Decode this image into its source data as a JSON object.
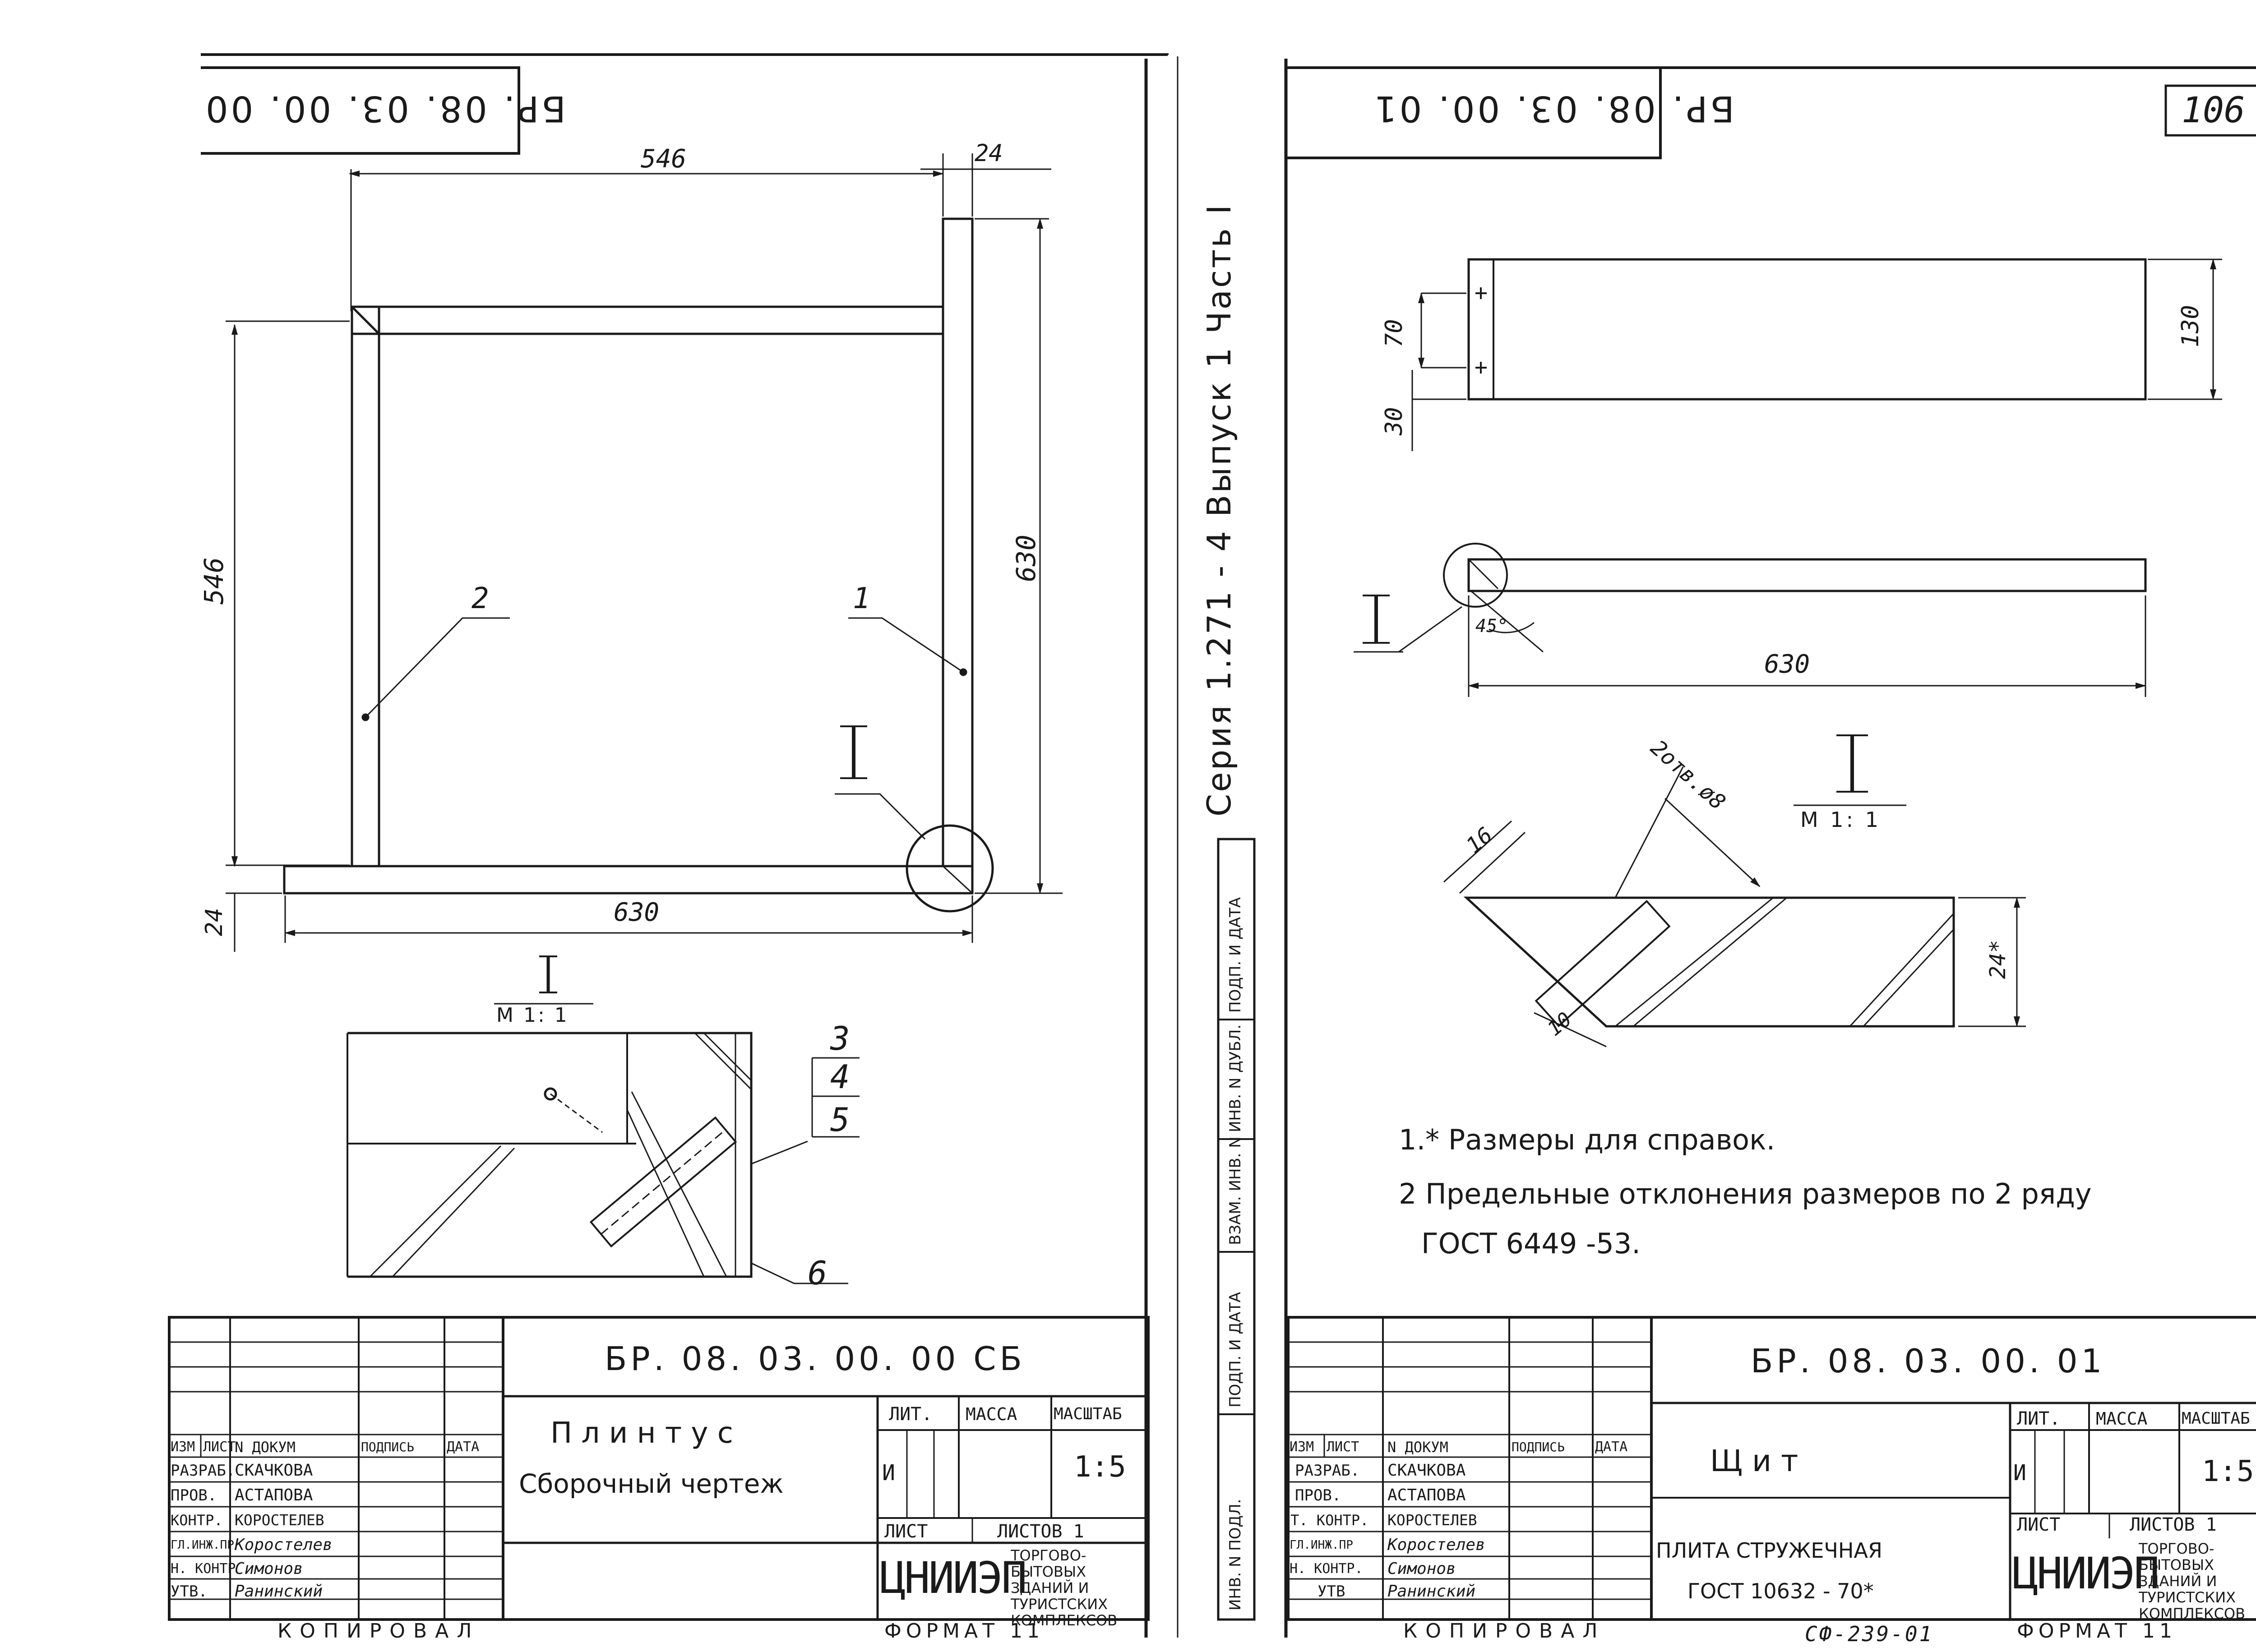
{
  "left_sheet": {
    "doc_code_top": "БР. 08. 03. 00. 00",
    "dims": {
      "width_top": "546",
      "tab_width": "24",
      "height_left": "546",
      "height_right": "630",
      "base_length": "630",
      "base_thickness": "24"
    },
    "callouts": {
      "part1": "1",
      "part2": "2",
      "detail": "I",
      "p3": "3",
      "p4": "4",
      "p5": "5",
      "p6": "6"
    },
    "detail_title": "I",
    "detail_scale": "М 1: 1",
    "title_block": {
      "designation": "БР. 08. 03. 00. 00   СБ",
      "name_line1": "П  л  и  н  т  у  с",
      "name_line2": "Сборочный    чертеж",
      "headers": [
        "ИЗМ",
        "ЛИСТ",
        "N ДОКУМ",
        "ПОДПИСЬ",
        "ДАТА"
      ],
      "roles": [
        "РАЗРАБ.",
        "ПРОВ.",
        "КОНТР.",
        "ГЛ.ИНЖ.ПР",
        "Н. КОНТР",
        "УТВ."
      ],
      "people": [
        "СКАЧКОВА",
        "АСТАПОВА",
        "КОРОСТЕЛЕВ",
        "Коростелев",
        "Симонов",
        "Ранинский"
      ],
      "lit_label": "ЛИТ.",
      "mass_label": "МАССА",
      "scale_label": "МАСШТАБ",
      "lit_value": "И",
      "scale_value": "1:5",
      "sheet_label": "ЛИСТ",
      "sheets_label": "ЛИСТОВ 1",
      "org_logo": "ЦНИИЭП",
      "org_text": "ТОРГОВО-БЫТОВЫХ ЗДАНИЙ И ТУРИСТСКИХ КОМПЛЕКСОВ"
    },
    "copied": "КОПИРОВАЛ",
    "format": "ФОРМАТ 11"
  },
  "spine": {
    "series": "Серия   1.271 - 4   Выпуск 1 Часть I",
    "stamp_fields": [
      "ПОДП. И ДАТА",
      "ИНВ. N ДУБЛ.",
      "ВЗАМ. ИНВ. N",
      "ПОДП. И ДАТА",
      "ИНВ. N ПОДЛ."
    ]
  },
  "right_sheet": {
    "doc_code_top": "БР. 08. 03. 00. 01",
    "page_number": "106",
    "dims": {
      "d70": "70",
      "d30": "30",
      "d130": "130",
      "d630": "630",
      "angle": "45°",
      "d16": "16",
      "holes": "2отв.ø8",
      "d24": "24*",
      "d10": "10"
    },
    "detail_title": "I",
    "detail_scale": "М 1: 1",
    "detail_callout": "I",
    "notes": [
      "1.* Размеры    для    справок.",
      "2  Предельные   отклонения   размеров   по 2 ряду",
      "ГОСТ  6449 -53."
    ],
    "title_block": {
      "designation": "БР. 08. 03. 00. 01",
      "name": "Щ   и   т",
      "material_line1": "ПЛИТА   СТРУЖЕЧНАЯ",
      "material_line2": "ГОСТ   10632 - 70*",
      "headers": [
        "ИЗМ",
        "ЛИСТ",
        "N ДОКУМ",
        "ПОДПИСЬ",
        "ДАТА"
      ],
      "roles": [
        "РАЗРАБ.",
        "ПРОВ.",
        "Т. КОНТР.",
        "ГЛ.ИНЖ.ПР",
        "Н. КОНТР.",
        "УТВ"
      ],
      "people": [
        "СКАЧКОВА",
        "АСТАПОВА",
        "КОРОСТЕЛЕВ",
        "Коростелев",
        "Симонов",
        "Ранинский"
      ],
      "lit_label": "ЛИТ.",
      "mass_label": "МАССА",
      "scale_label": "МАСШТАБ",
      "lit_value": "И",
      "scale_value": "1:5",
      "sheet_label": "ЛИСТ",
      "sheets_label": "ЛИСТОВ 1",
      "org_logo": "ЦНИИЭП",
      "org_text": "ТОРГОВО-БЫТОВЫХ ЗДАНИЙ И ТУРИСТСКИХ КОМПЛЕКСОВ"
    },
    "copied": "КОПИРОВАЛ",
    "stamp_code": "СФ-239-01",
    "format": "ФОРМАТ 11"
  }
}
